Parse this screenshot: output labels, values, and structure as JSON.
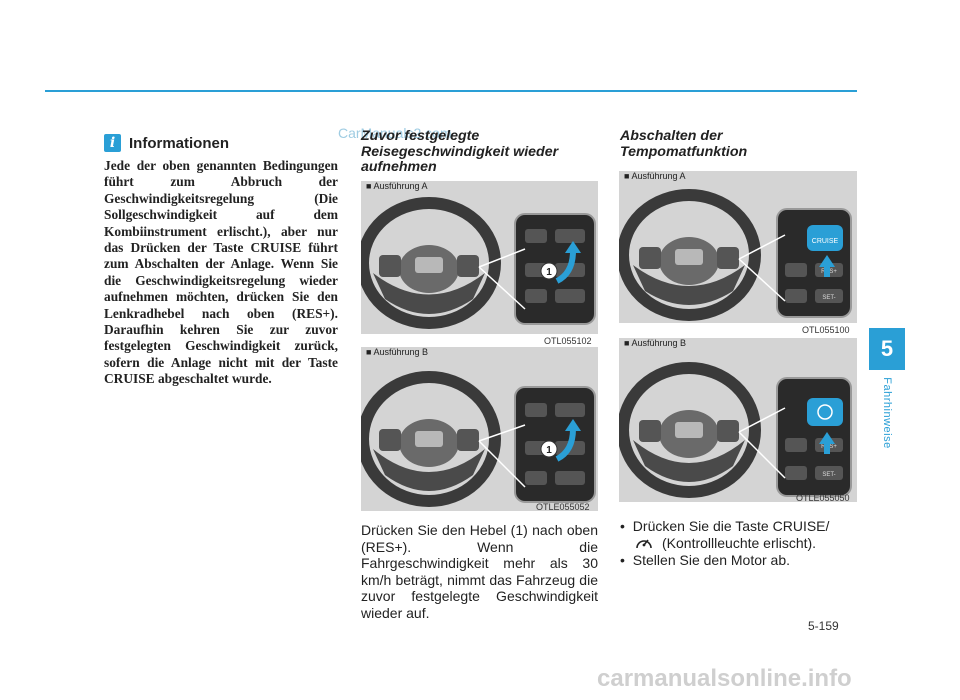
{
  "watermark_top": "CarManuals2.com",
  "watermark_bottom": "carmanualsonline.info",
  "info": {
    "icon": "i",
    "title": "Informationen",
    "body": "Jede der oben genannten Bedingungen führt zum Abbruch der Geschwindigkeitsregelung (Die Sollgeschwindigkeit auf dem Kombiinstrument erlischt.), aber nur das Drücken der Taste CRUISE führt zum Abschalten der Anlage. Wenn Sie die Geschwindigkeitsregelung wieder aufnehmen möchten, drücken Sie den Lenkradhebel nach oben (RES+). Daraufhin kehren Sie zur zuvor festgelegten Geschwindigkeit zurück, sofern die Anlage nicht mit der Taste CRUISE abgeschaltet wurde."
  },
  "section_resume": {
    "title_line1": "Zuvor festgelegte",
    "title_line2": "Reisegeschwindigkeit wieder",
    "title_line3": "aufnehmen",
    "fig_a_label": "■ Ausführung A",
    "fig_a_code": "OTL055102",
    "fig_b_label": "■ Ausführung B",
    "fig_b_code": "OTLE055052",
    "callout": "1",
    "body": "Drücken Sie den Hebel (1) nach oben (RES+). Wenn die Fahrgeschwindigkeit mehr als 30 km/h beträgt, nimmt das Fahrzeug die zuvor festgelegte Geschwindigkeit wieder auf."
  },
  "section_off": {
    "title_line1": "Abschalten der",
    "title_line2": "Tempomatfunktion",
    "fig_a_label": "■ Ausführung A",
    "fig_a_code": "OTL055100",
    "fig_b_label": "■ Ausführung B",
    "fig_b_code": "OTLE055050",
    "bullet1_a": "Drücken Sie die Taste CRUISE/",
    "bullet1_b": "(Kontrollleuchte erlischt).",
    "bullet2": "Stellen Sie den Motor ab.",
    "cruise_label": "CRUISE",
    "res_label": "RES+",
    "set_label": "SET-"
  },
  "chapter": {
    "number": "5",
    "title": "Fahrhinweise"
  },
  "page_number": "5-159"
}
